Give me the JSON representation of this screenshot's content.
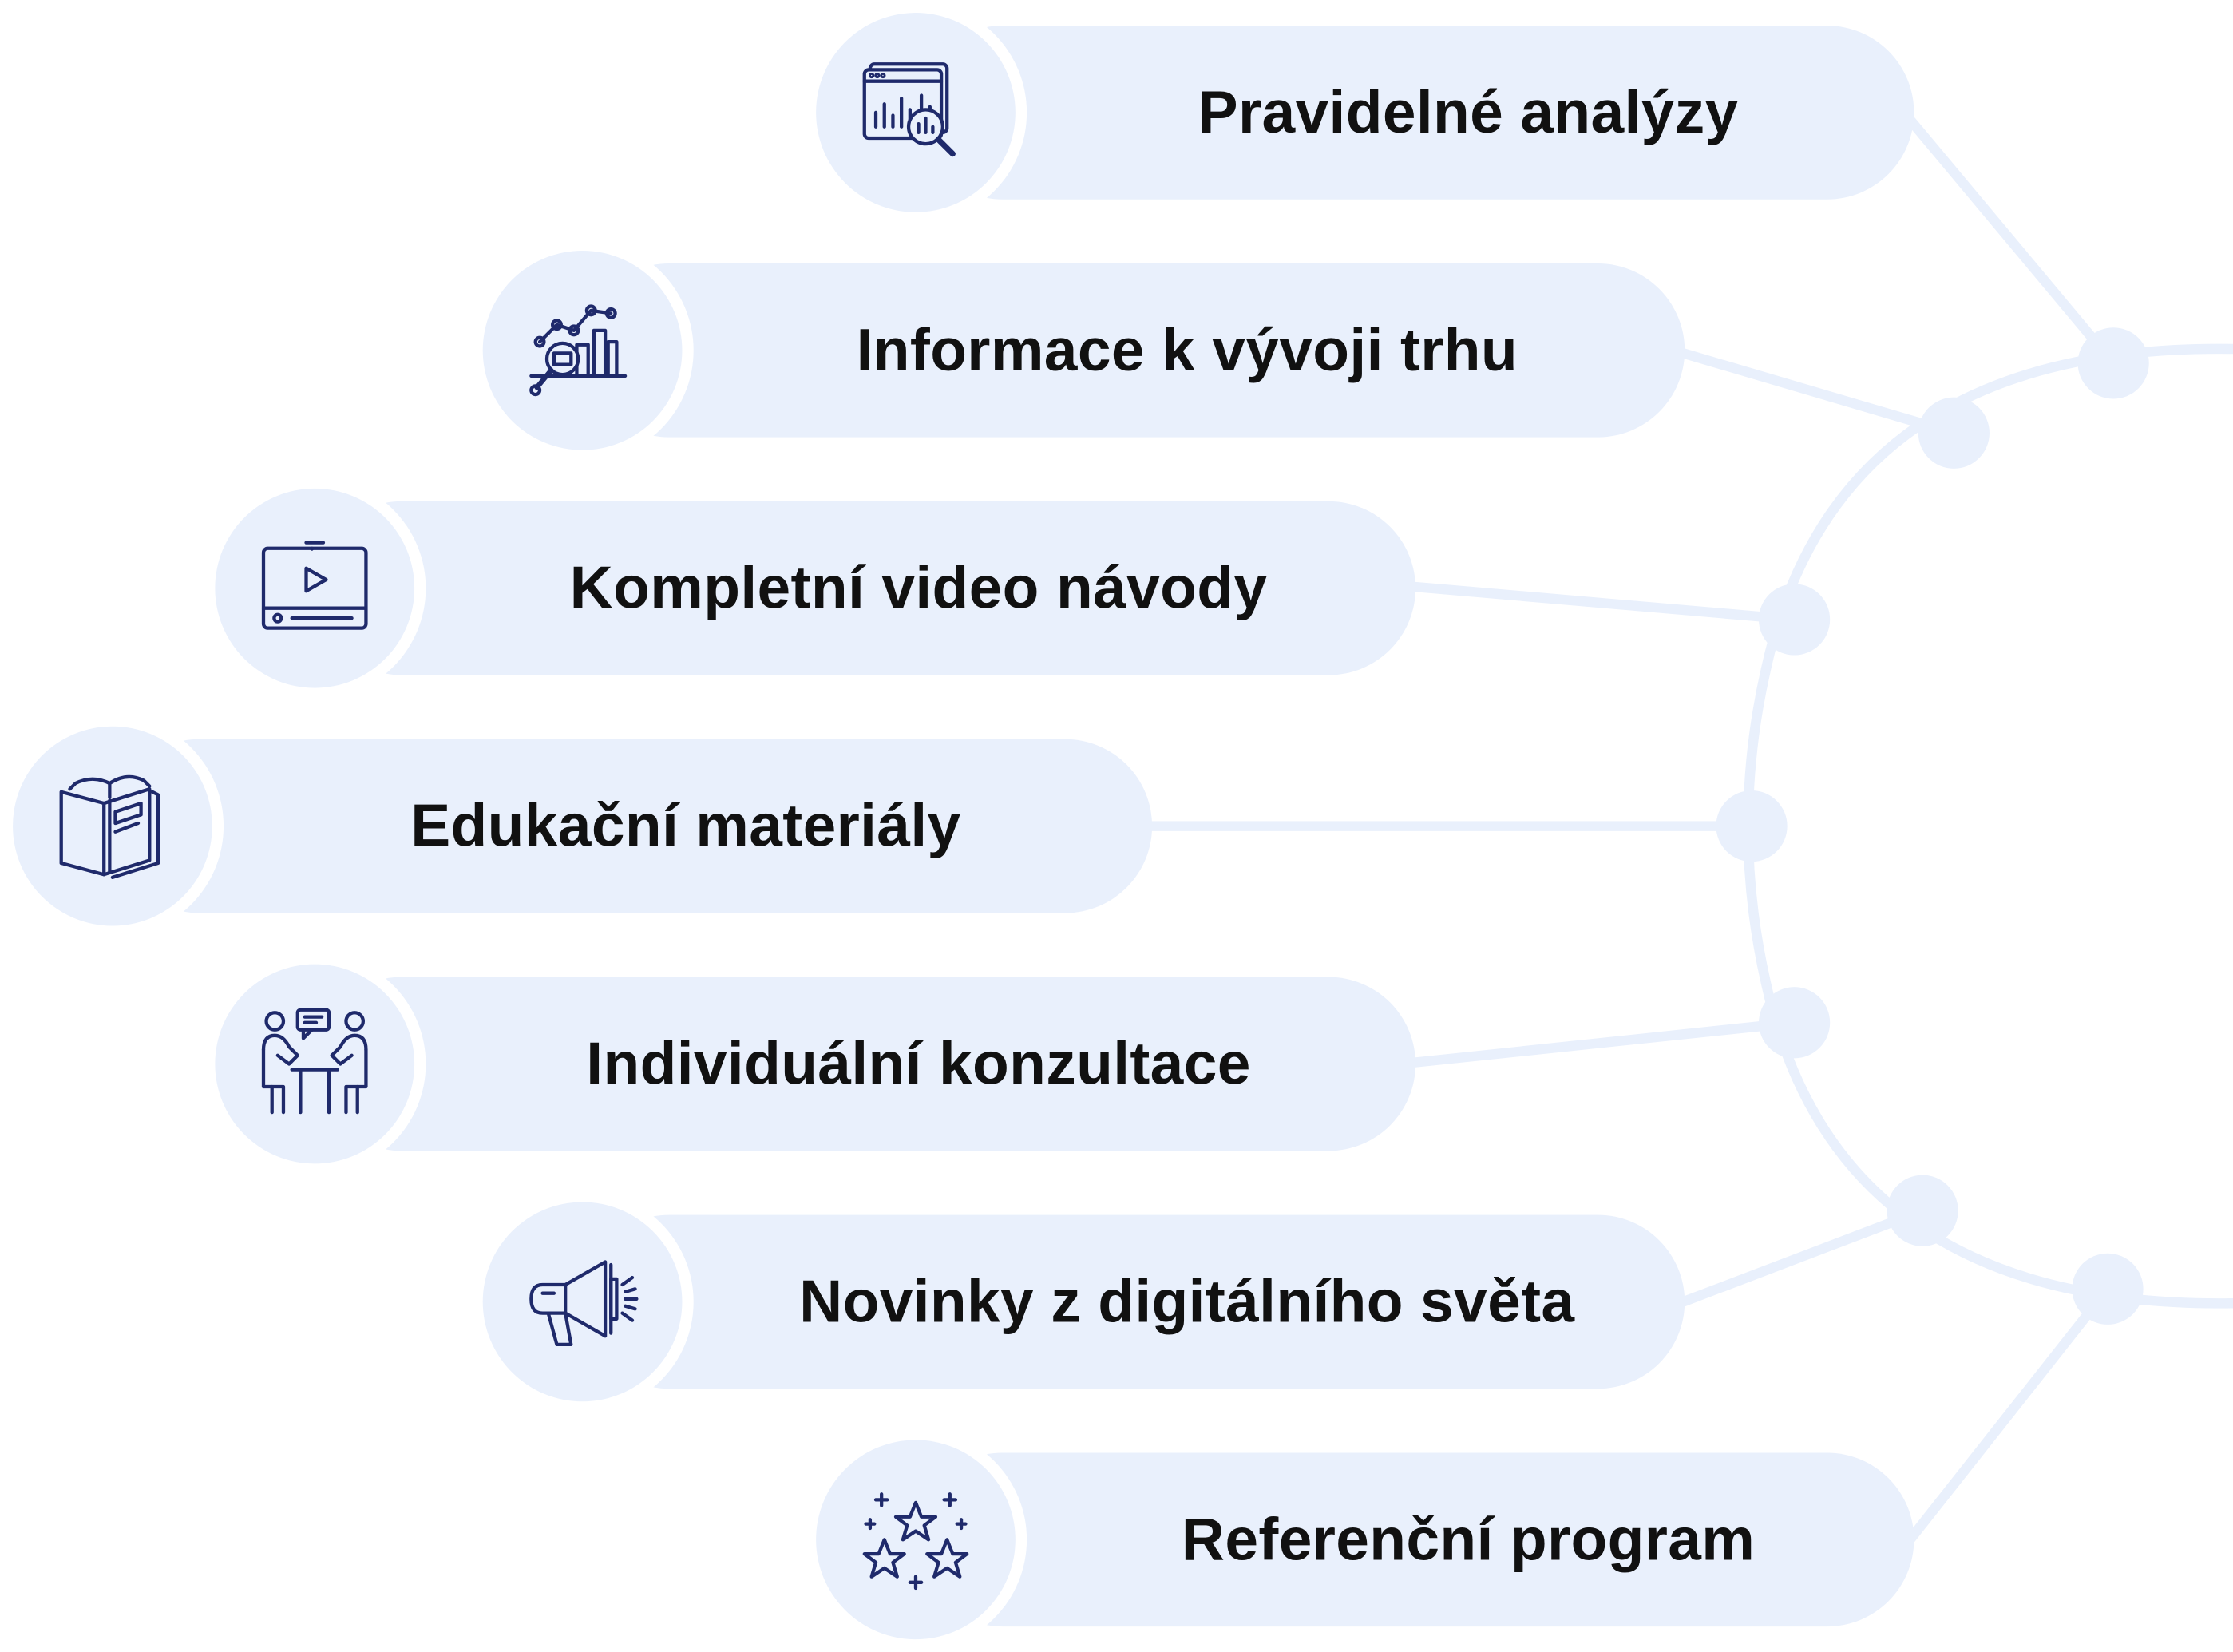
{
  "colors": {
    "pill": "#e9f0fc",
    "connector": "#e9f0fc",
    "icon_stroke": "#1f2a6b",
    "text": "#111111"
  },
  "items": [
    {
      "label": "Pravidelné analýzy",
      "icon": "analytics-screen-magnifier-icon"
    },
    {
      "label": "Informace k vývoji trhu",
      "icon": "market-trend-chart-icon"
    },
    {
      "label": "Kompletní video návody",
      "icon": "video-player-icon"
    },
    {
      "label": "Edukační materiály",
      "icon": "open-book-icon"
    },
    {
      "label": "Individuální konzultace",
      "icon": "consultation-meeting-icon"
    },
    {
      "label": "Novinky z digitálního světa",
      "icon": "megaphone-icon"
    },
    {
      "label": "Referenční program",
      "icon": "stars-icon"
    }
  ]
}
